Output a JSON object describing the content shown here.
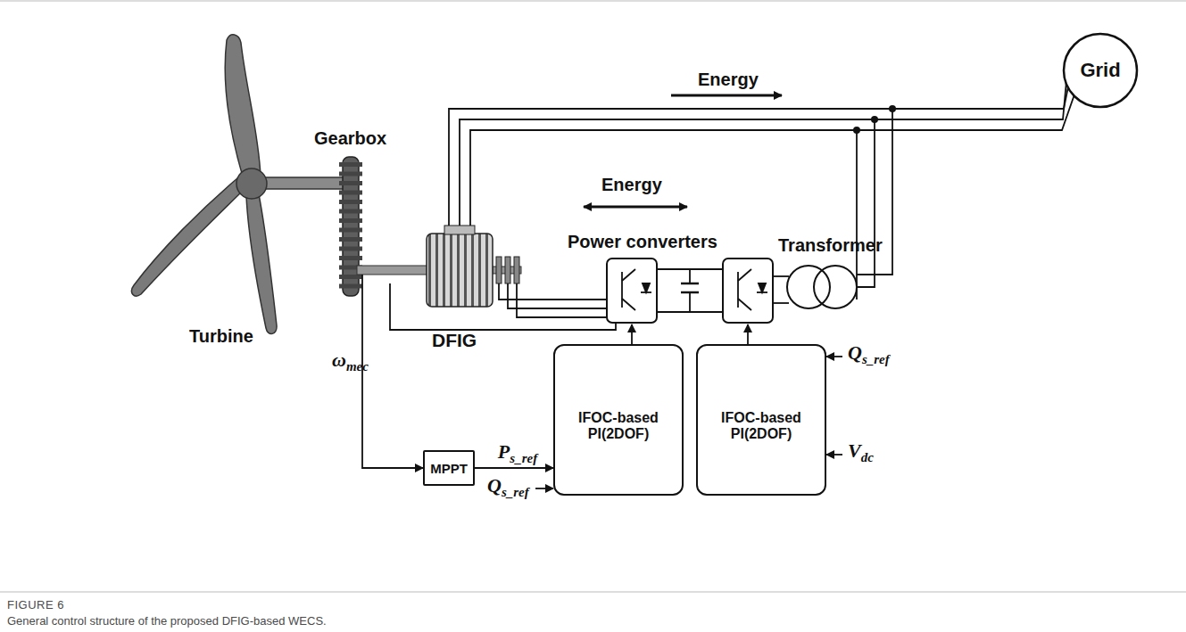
{
  "diagram": {
    "caption": "General control structure of the proposed DFIG-based WECS.",
    "nodes": [
      {
        "text": [
          "Grid"
        ]
      },
      {
        "text": [
          "MPPT"
        ]
      },
      {
        "text": [
          "IFOC-based PI(2DOF)"
        ]
      },
      {
        "text": [
          "IFOC-based PI(2DOF)"
        ]
      }
    ],
    "edges": [
      {
        "from": 1,
        "to": 2,
        "arrow": "to",
        "label": "Ps_ref"
      }
    ],
    "labels": [
      "Energy",
      "Gearbox",
      "DFIG",
      "Energy",
      "Power converters",
      "Transformer",
      "Turbine",
      "ωmec",
      "Qs_ref",
      "Qs_ref",
      "Vdc",
      "FIGURE 6"
    ]
  }
}
